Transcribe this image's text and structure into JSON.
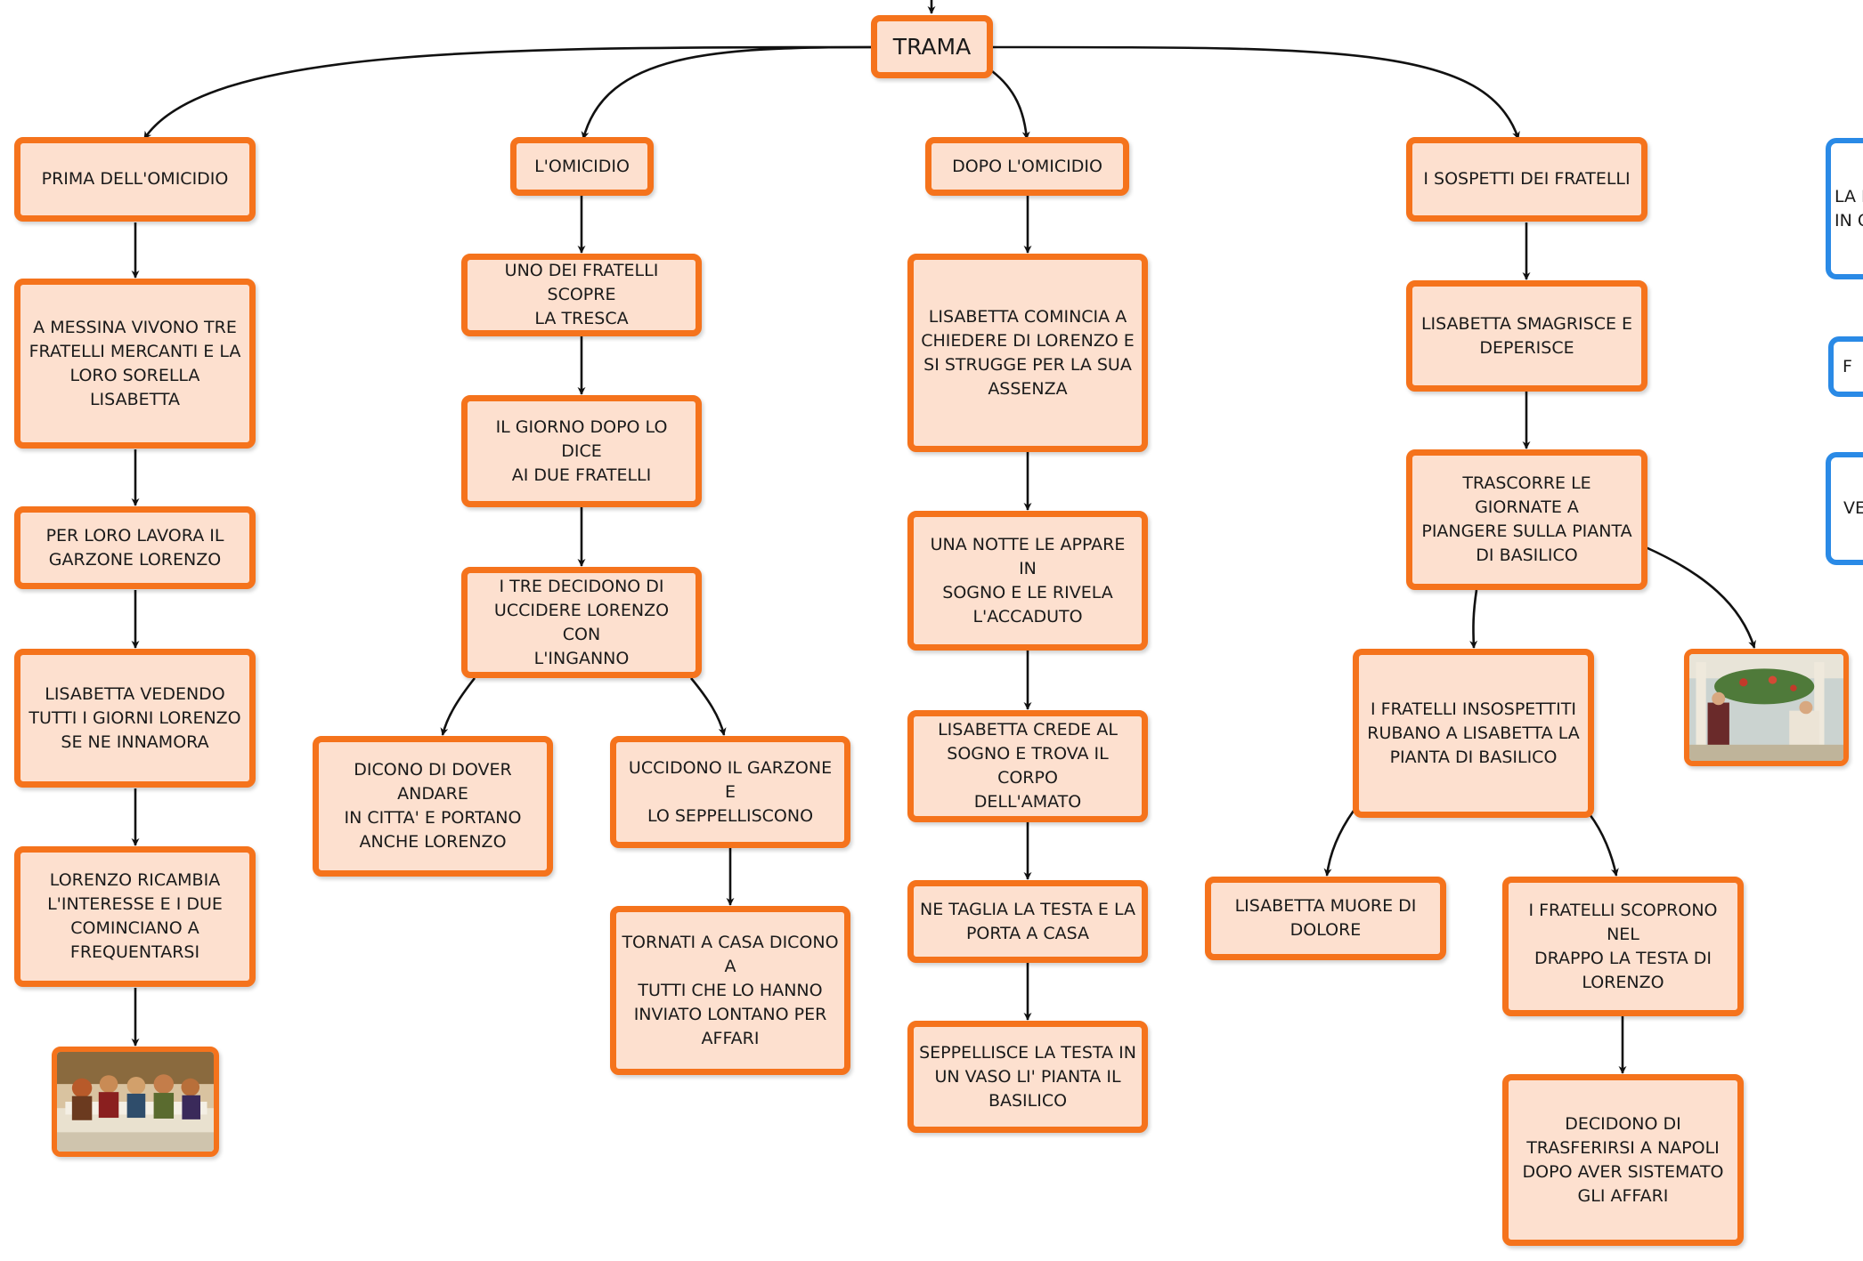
{
  "root": {
    "label": "TRAMA"
  },
  "branches": {
    "prima": {
      "title": "PRIMA DELL'OMICIDIO",
      "items": [
        "A MESSINA VIVONO TRE\nFRATELLI MERCANTI E LA\nLORO SORELLA LISABETTA",
        "PER LORO LAVORA IL\nGARZONE LORENZO",
        "LISABETTA VEDENDO\nTUTTI I GIORNI LORENZO\nSE NE INNAMORA",
        "LORENZO RICAMBIA\nL'INTERESSE E I DUE\nCOMINCIANO A\nFREQUENTARSI"
      ]
    },
    "omicidio": {
      "title": "L'OMICIDIO",
      "items": [
        "UNO DEI FRATELLI SCOPRE\nLA TRESCA",
        "IL GIORNO DOPO LO DICE\nAI DUE FRATELLI",
        "I TRE DECIDONO DI\nUCCIDERE LORENZO CON\nL'INGANNO"
      ],
      "left_child": "DICONO DI DOVER ANDARE\nIN CITTA' E PORTANO\nANCHE LORENZO",
      "right_child": "UCCIDONO IL GARZONE E\nLO SEPPELLISCONO",
      "right_grandchild": "TORNATI A CASA DICONO A\nTUTTI CHE LO HANNO\nINVIATO LONTANO PER\nAFFARI"
    },
    "dopo": {
      "title": "DOPO L'OMICIDIO",
      "items": [
        "LISABETTA COMINCIA A\nCHIEDERE DI LORENZO E\nSI STRUGGE PER LA SUA\nASSENZA",
        "UNA NOTTE LE APPARE IN\nSOGNO E LE RIVELA\nL'ACCADUTO",
        "LISABETTA CREDE AL\nSOGNO E TROVA IL CORPO\nDELL'AMATO",
        "NE TAGLIA LA TESTA E LA\nPORTA A CASA",
        "SEPPELLISCE LA TESTA IN\nUN VASO LI' PIANTA IL\nBASILICO"
      ]
    },
    "sospetti": {
      "title": "I SOSPETTI DEI FRATELLI",
      "items": [
        "LISABETTA SMAGRISCE E\nDEPERISCE",
        "TRASCORRE LE GIORNATE A\nPIANGERE SULLA PIANTA\nDI BASILICO",
        "I FRATELLI INSOSPETTITI\nRUBANO A LISABETTA LA\nPIANTA DI BASILICO"
      ],
      "left_child": "LISABETTA MUORE DI\nDOLORE",
      "right_child": "I FRATELLI SCOPRONO NEL\nDRAPPO LA TESTA DI\nLORENZO",
      "right_grandchild": "DECIDONO DI\nTRASFERIRSI A NAPOLI\nDOPO AVER SISTEMATO\nGLI AFFARI"
    }
  },
  "side_cut": {
    "box1_line1": "LA N",
    "box1_line2": "IN C",
    "box2": "F",
    "box3": "VEI"
  },
  "colors": {
    "node_fill": "#fde0cf",
    "node_border": "#f5731c",
    "side_border": "#2a8ae6",
    "connector": "#111111"
  },
  "images": [
    "painting-banquet",
    "painting-garden-basil"
  ]
}
